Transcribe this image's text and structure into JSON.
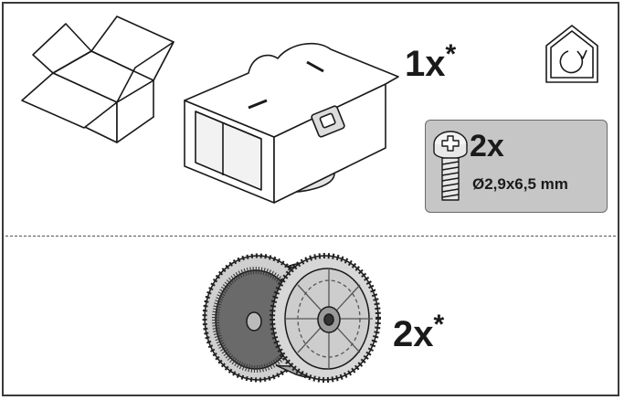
{
  "duct_kit": {
    "quantity": "1x",
    "asterisk": "*"
  },
  "screws": {
    "quantity": "2x",
    "size": "Ø2,9x6,5 mm"
  },
  "carbon_filters": {
    "quantity": "2x",
    "asterisk": "*"
  },
  "icons": [
    "open-box-icon",
    "duct-adapter-icon",
    "house-recirculation-icon",
    "screw-icon",
    "carbon-filter-icon"
  ]
}
